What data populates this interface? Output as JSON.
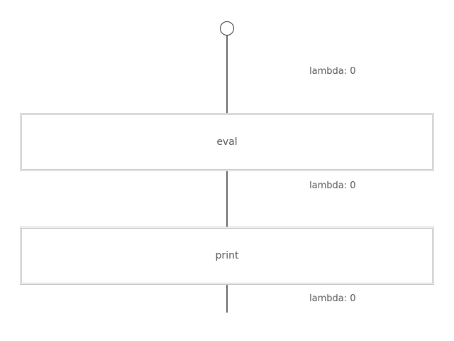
{
  "diagram": {
    "nodes": [
      {
        "id": "eval",
        "label": "eval"
      },
      {
        "id": "print",
        "label": "print"
      }
    ],
    "edges": [
      {
        "from": "start",
        "to": "eval",
        "label": "lambda: 0"
      },
      {
        "from": "eval",
        "to": "print",
        "label": "lambda: 0"
      },
      {
        "from": "print",
        "to": "end",
        "label": "lambda: 0"
      }
    ]
  }
}
